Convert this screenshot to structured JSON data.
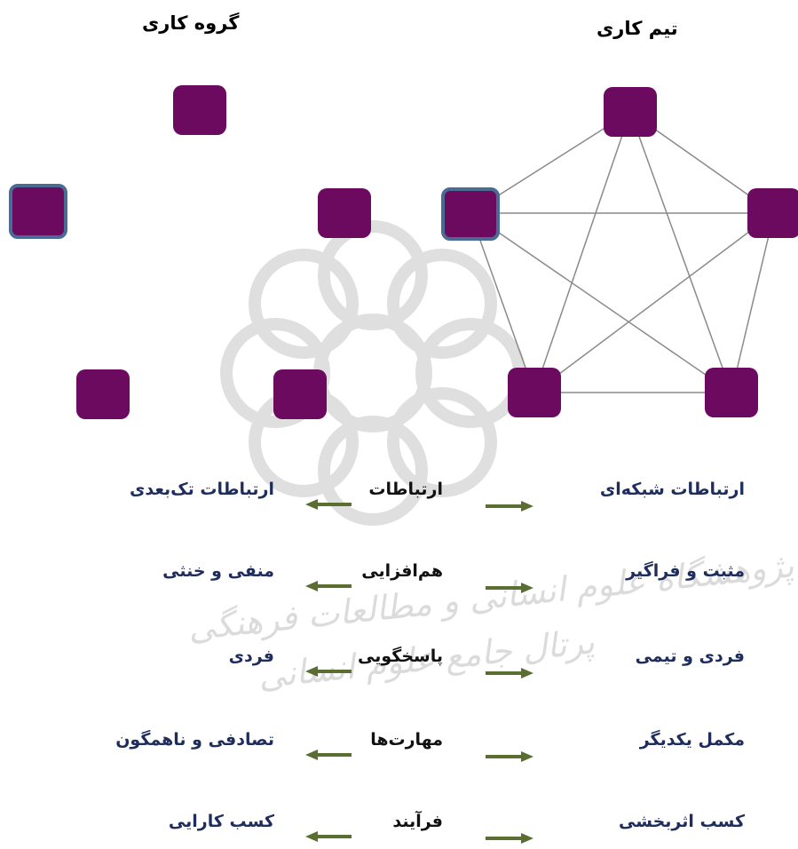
{
  "titles": {
    "team": "تیم کاری",
    "group": "گروه کاری"
  },
  "rows": [
    {
      "team": "ارتباطات شبکه‌ای",
      "criterion": "ارتباطات",
      "group": "ارتباطات تک‌بعدی"
    },
    {
      "team": "مثبت و فراگیر",
      "criterion": "هم‌افزایی",
      "group": "منفی و خنثی"
    },
    {
      "team": "فردی و تیمی",
      "criterion": "پاسخگویی",
      "group": "فردی"
    },
    {
      "team": "مکمل یکدیگر",
      "criterion": "مهارت‌ها",
      "group": "تصادفی و ناهمگون"
    },
    {
      "team": "کسب اثربخشی",
      "criterion": "فرآیند",
      "group": "کسب کارایی"
    }
  ],
  "watermark": {
    "line1": "پژوهشگاه علوم انسانی و مطالعات فرهنگی",
    "line2": "پرتال جامع علوم انسانی"
  },
  "colors": {
    "node": "#6b0a5f",
    "node_selected_border": "#4a6b94",
    "arrow": "#5a6e32",
    "label": "#1f2d5c",
    "edge": "#8a8a8a"
  }
}
